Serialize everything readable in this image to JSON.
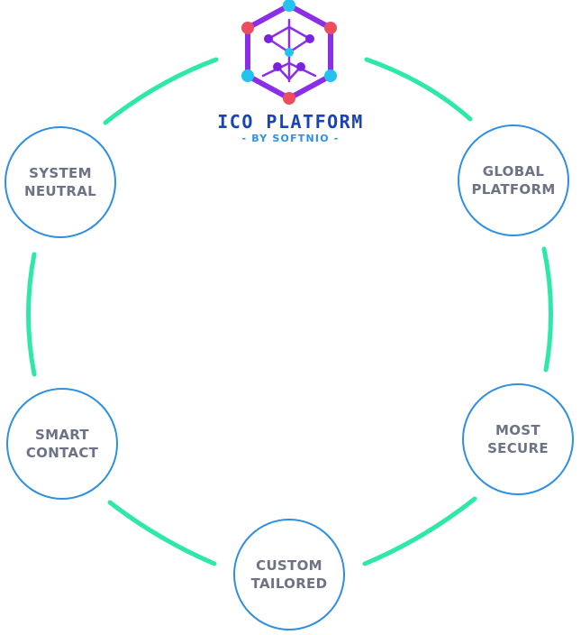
{
  "brand": {
    "title": "ICO PLATFORM",
    "subtitle": "- BY SOFTNIO -",
    "logo_icon": "hexagon-network-cube-icon"
  },
  "colors": {
    "ring_arc": "#2ee8a8",
    "node_border": "#2f8fe0",
    "label_text": "#6d7285",
    "brand_title": "#1a43b8",
    "brand_subtitle": "#2f8fe0",
    "logo_frame": "#8b2ee8",
    "logo_dot_red": "#ee4d5f",
    "logo_dot_cyan": "#22c3ee",
    "logo_dot_purple": "#7a22e0"
  },
  "features": [
    {
      "id": "system-neutral",
      "line1": "SYSTEM",
      "line2": "NEUTRAL"
    },
    {
      "id": "global-platform",
      "line1": "GLOBAL",
      "line2": "PLATFORM"
    },
    {
      "id": "smart-contact",
      "line1": "SMART",
      "line2": "CONTACT"
    },
    {
      "id": "most-secure",
      "line1": "MOST",
      "line2": "SECURE"
    },
    {
      "id": "custom-tailored",
      "line1": "CUSTOM",
      "line2": "TAILORED"
    }
  ]
}
